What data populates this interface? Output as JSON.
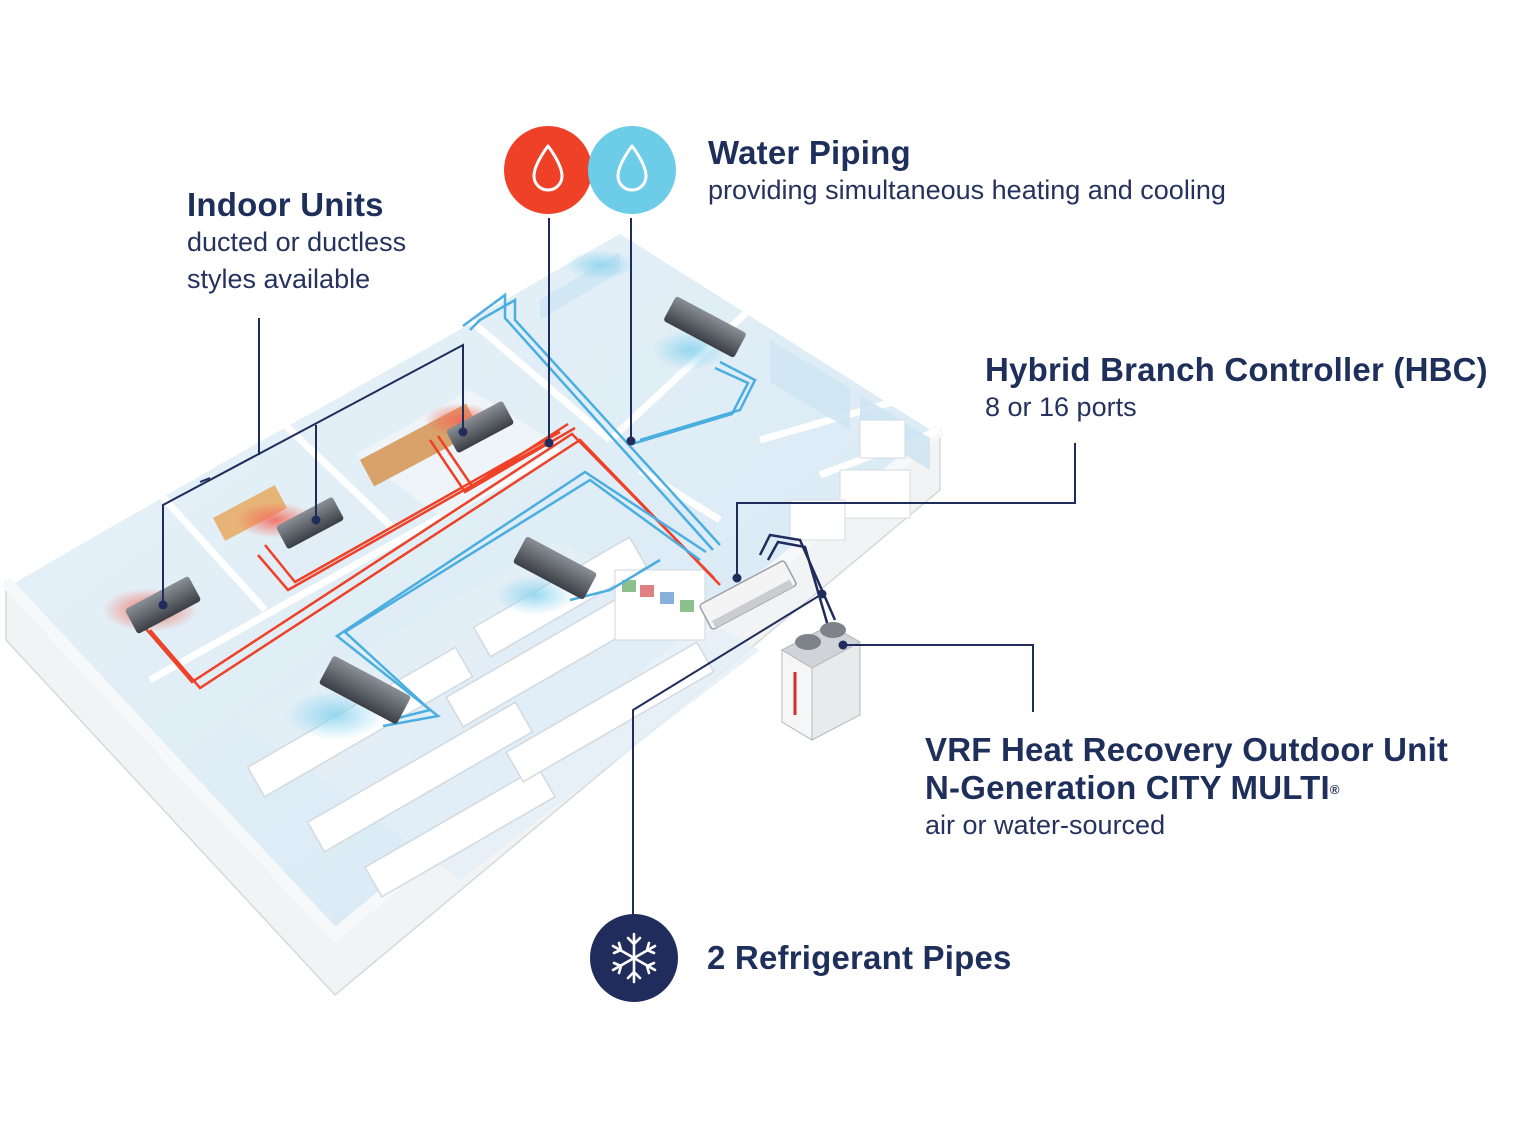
{
  "colors": {
    "navy": "#1f2f5c",
    "hot_water": "#ee4128",
    "cold_water": "#6dcde8",
    "refrigerant_line": "#202c5c",
    "floor_shade": "#ddecf6"
  },
  "icons": {
    "hot_water": "water-drop-icon",
    "cold_water": "water-drop-icon",
    "refrigerant": "snowflake-icon"
  },
  "callouts": {
    "indoor_units": {
      "title": "Indoor Units",
      "subtitle": "ducted or ductless\nstyles available"
    },
    "water_piping": {
      "title": "Water Piping",
      "subtitle": "providing simultaneous heating and cooling"
    },
    "hbc": {
      "title": "Hybrid Branch Controller (HBC)",
      "subtitle": "8 or 16 ports"
    },
    "outdoor_unit": {
      "title_line1": "VRF Heat Recovery Outdoor Unit",
      "title_line2": "N-Generation CITY MULTI",
      "title_mark": "®",
      "subtitle": "air or water-sourced"
    },
    "refrigerant": {
      "title": "2 Refrigerant Pipes"
    }
  }
}
